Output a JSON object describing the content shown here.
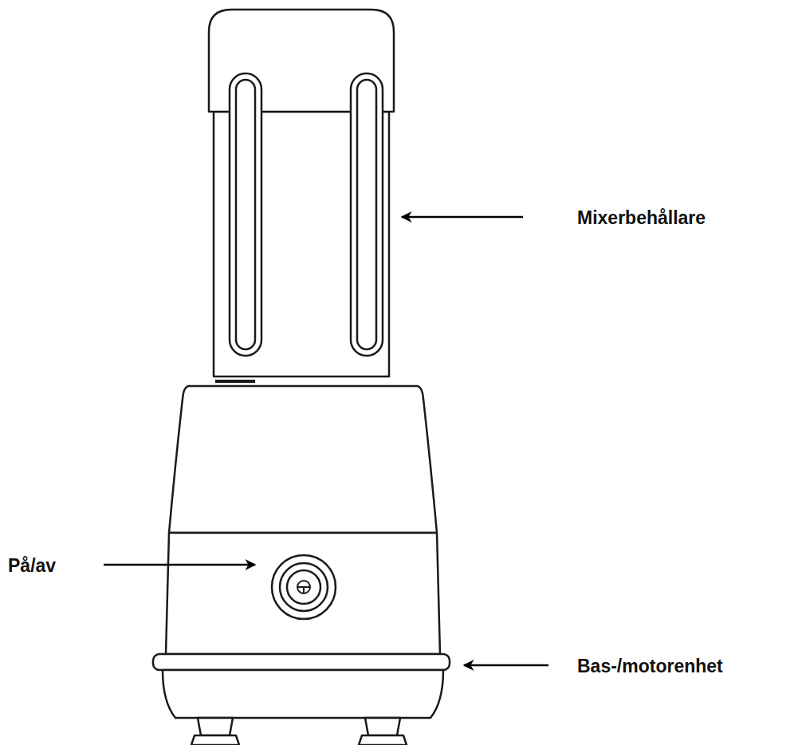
{
  "diagram": {
    "labels": [
      "Mixerbehållare",
      "På/av",
      "Bas-/motorenhet"
    ]
  }
}
